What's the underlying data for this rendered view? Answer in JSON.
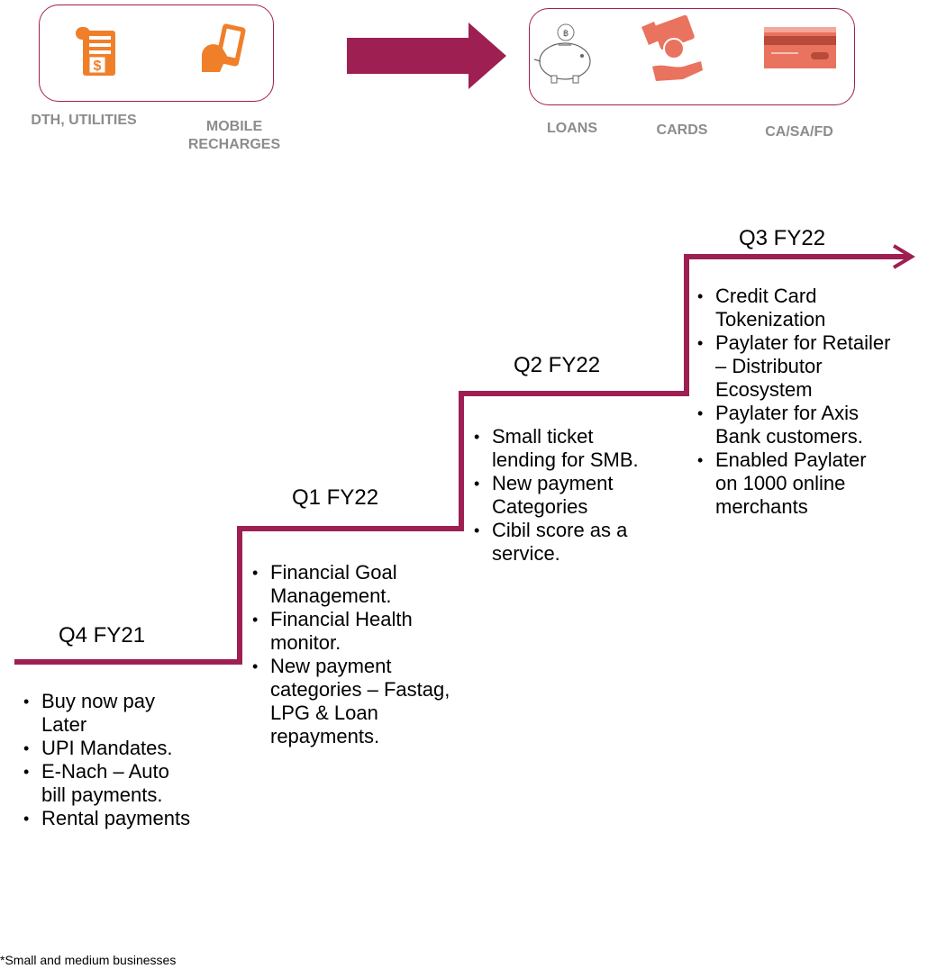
{
  "colors": {
    "accent": "#9e1f52",
    "orange": "#f07f2a",
    "label_grey": "#8c8c8c",
    "salmon": "#e9735e"
  },
  "services_left": {
    "icons": [
      "bill-receipt-icon",
      "mobile-recharge-icon"
    ],
    "labels": {
      "dth": "DTH, UTILITIES",
      "mobile": "MOBILE\nRECHARGES"
    }
  },
  "services_right": {
    "icons": [
      "piggy-bank-icon",
      "card-in-hand-icon",
      "credit-card-icon"
    ],
    "labels": {
      "loans": "LOANS",
      "cards": "CARDS",
      "casafd": "CA/SA/FD"
    }
  },
  "roadmap": {
    "q4": {
      "title": "Q4 FY21",
      "items": [
        "Buy now pay\nLater",
        "UPI Mandates.",
        "E-Nach – Auto\nbill payments.",
        "Rental payments"
      ]
    },
    "q1": {
      "title": "Q1 FY22",
      "items": [
        "Financial Goal\nManagement.",
        "Financial Health\nmonitor.",
        "New payment\ncategories – Fastag,\nLPG & Loan\nrepayments."
      ]
    },
    "q2": {
      "title": "Q2 FY22",
      "items": [
        "Small ticket\nlending for SMB.",
        "New payment\nCategories",
        "Cibil score as a\nservice."
      ]
    },
    "q3": {
      "title": "Q3 FY22",
      "items": [
        "Credit Card\nTokenization",
        "Paylater for Retailer\n– Distributor\nEcosystem",
        "Paylater for Axis\nBank customers.",
        "Enabled Paylater\non 1000 online\nmerchants"
      ]
    }
  },
  "footnote": "*Small and medium businesses"
}
